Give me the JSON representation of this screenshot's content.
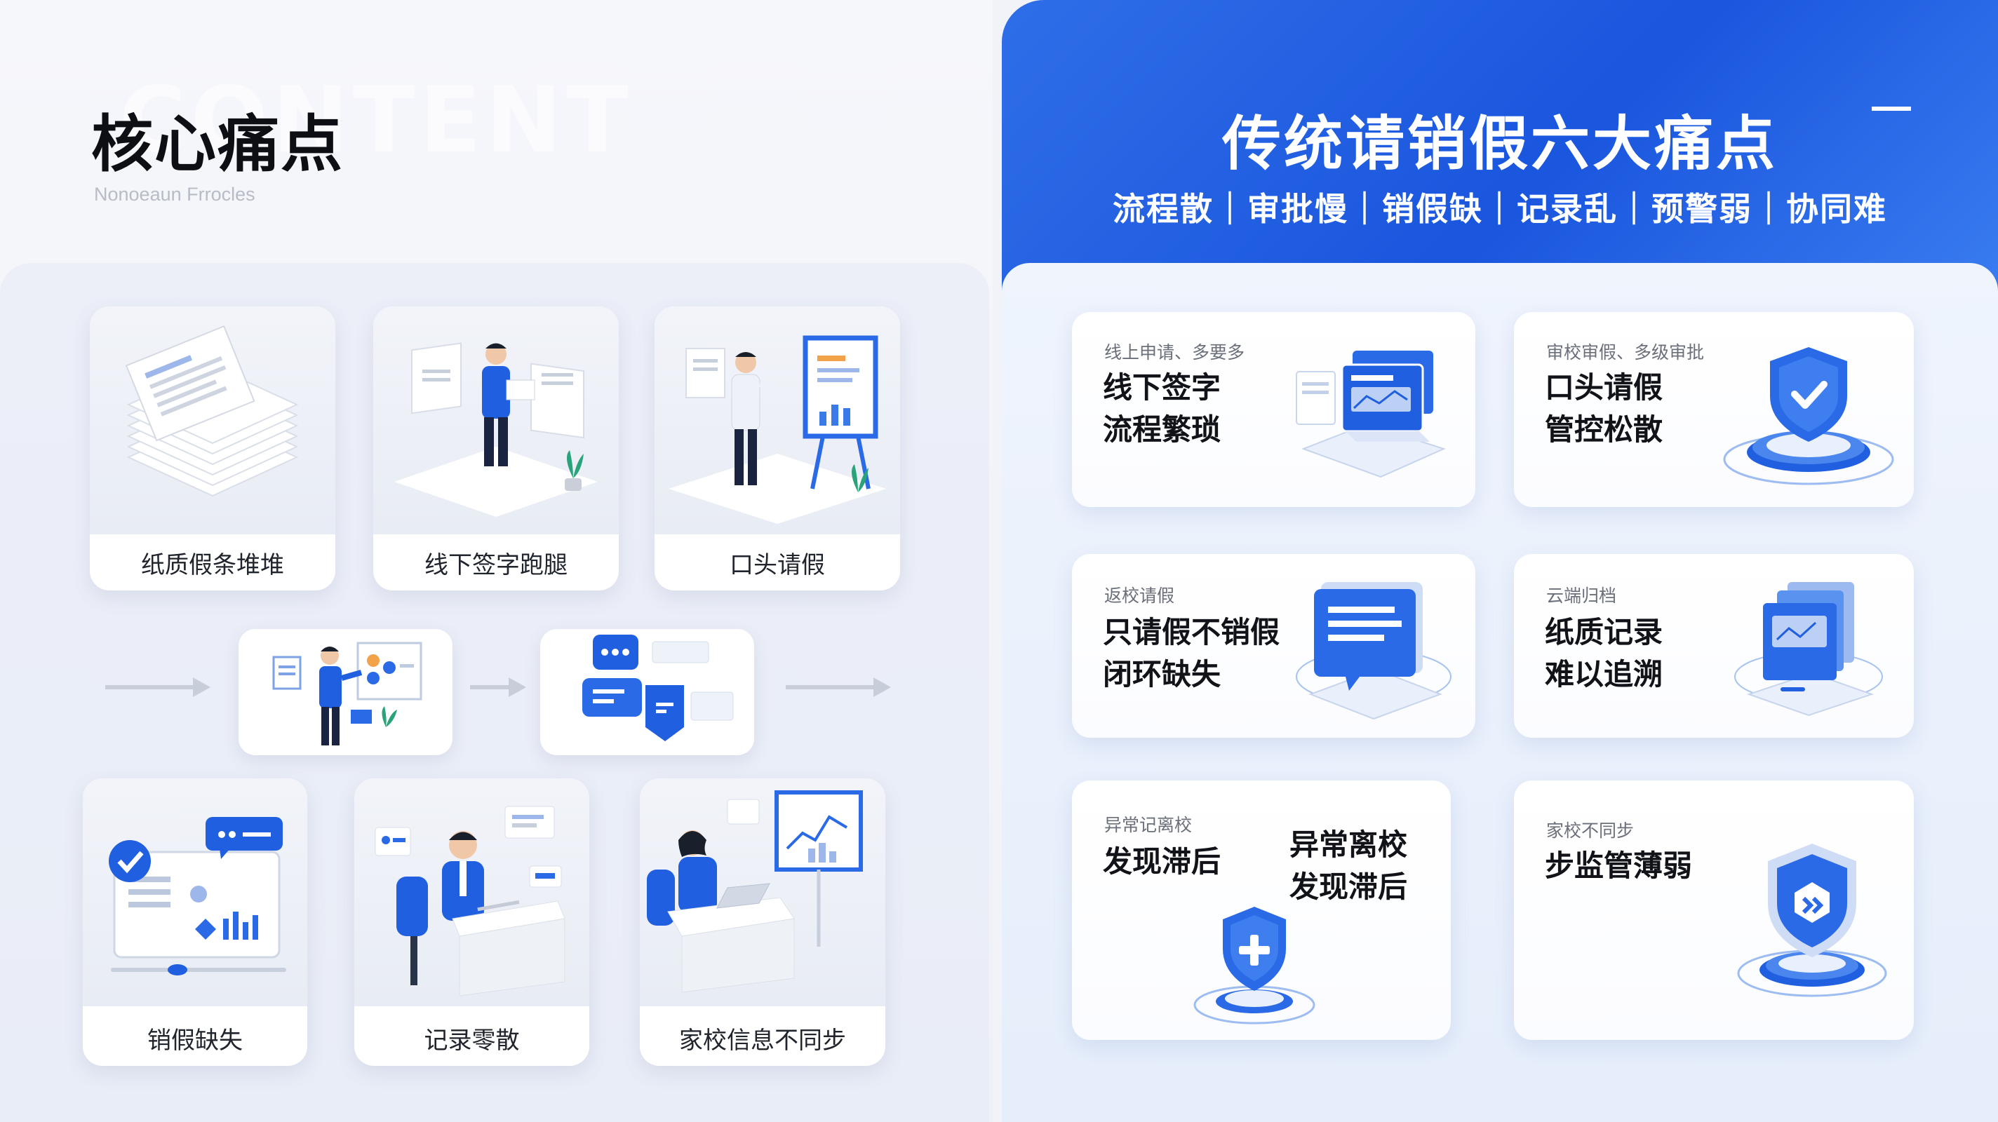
{
  "left": {
    "title": "核心痛点",
    "watermark": "CONTENT",
    "subtitle": "Nonoeaun Frrocles",
    "top_cards": [
      {
        "label": "纸质假条堆堆"
      },
      {
        "label": "线下签字跑腿"
      },
      {
        "label": "口头请假"
      }
    ],
    "bottom_cards": [
      {
        "label": "销假缺失"
      },
      {
        "label": "记录零散"
      },
      {
        "label": "家校信息不同步"
      }
    ]
  },
  "right": {
    "title": "传统请销假六大痛点",
    "subtitle": "流程散｜审批慢｜销假缺｜记录乱｜预警弱｜协同难",
    "cards": [
      {
        "small": "线上申请、多要多",
        "line1": "线下签字",
        "line2": "流程繁琐"
      },
      {
        "small": "审校审假、多级审批",
        "line1": "口头请假",
        "line2": "管控松散"
      },
      {
        "small": "返校请假",
        "line1": "只请假不销假",
        "line2": "闭环缺失"
      },
      {
        "small": "云端归档",
        "line1": "纸质记录",
        "line2": "难以追溯"
      },
      {
        "small": "异常记离校",
        "line1": "发现滞后",
        "right1": "异常离校",
        "right2": "发现滞后"
      },
      {
        "small": "家校不同步",
        "line1": "步监管薄弱"
      }
    ]
  },
  "colors": {
    "brand_blue": "#1f5fe0",
    "text_dark": "#111319",
    "muted": "#6a6f7a"
  }
}
